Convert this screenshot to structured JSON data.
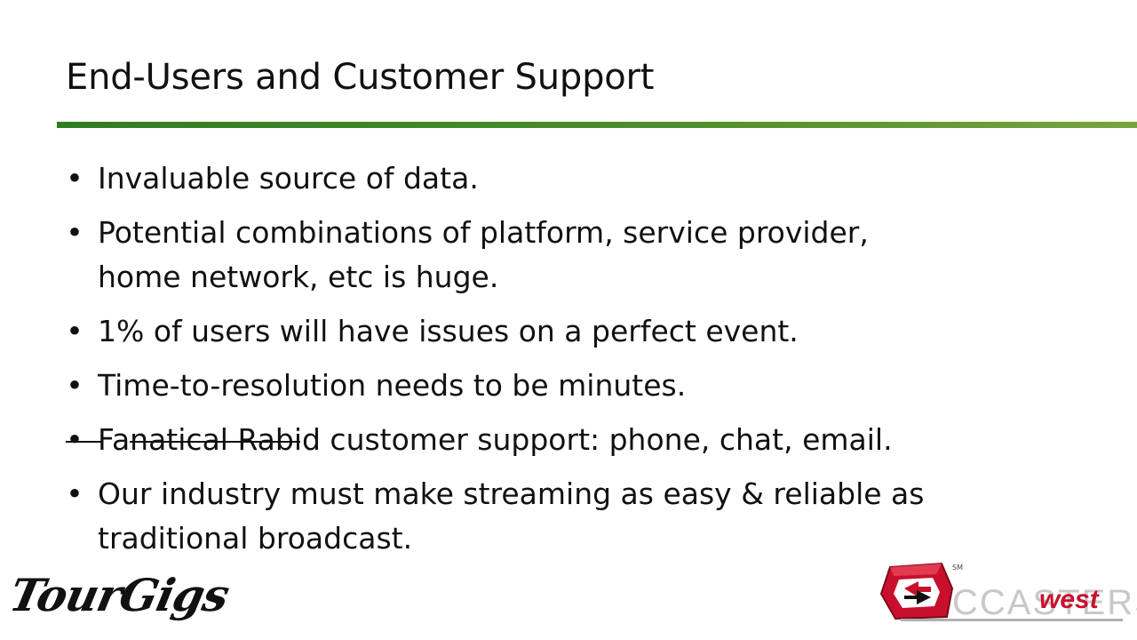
{
  "slide": {
    "title": "End-Users and Customer Support",
    "bullets": [
      {
        "text": "Invaluable source of data."
      },
      {
        "text": "Potential combinations of platform, service provider, home network, etc is huge."
      },
      {
        "text": "1% of users will have issues on a perfect event."
      },
      {
        "text": "Time-to-resolution needs to be minutes."
      },
      {
        "struck_text": "Fanatical",
        "text": " Rabid customer support: phone, chat, email."
      },
      {
        "text": "Our industry must make streaming as easy & reliable as traditional broadcast."
      }
    ],
    "bullet_glyph": "•",
    "accent_color": "#4b8e2a"
  },
  "logos": {
    "left": {
      "text": "TourGigs"
    },
    "right": {
      "word": "CCASTERS",
      "accent": "west",
      "mark": "SM",
      "accent_color": "#c8102e",
      "icon": "arrow-cube-icon"
    }
  }
}
